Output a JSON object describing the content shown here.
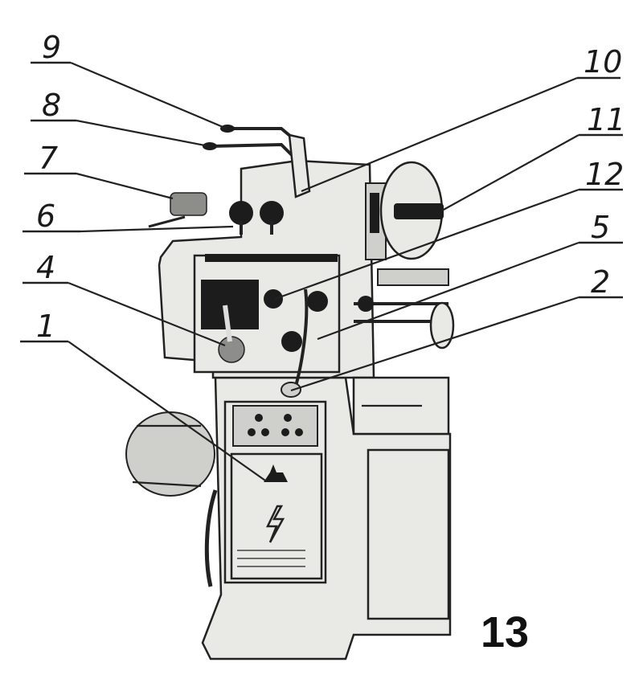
{
  "callouts": [
    {
      "id": "9",
      "label": "9"
    },
    {
      "id": "8",
      "label": "8"
    },
    {
      "id": "7",
      "label": "7"
    },
    {
      "id": "6",
      "label": "6"
    },
    {
      "id": "4",
      "label": "4"
    },
    {
      "id": "1",
      "label": "1"
    },
    {
      "id": "10",
      "label": "10"
    },
    {
      "id": "11",
      "label": "11"
    },
    {
      "id": "12",
      "label": "12"
    },
    {
      "id": "5",
      "label": "5"
    },
    {
      "id": "2",
      "label": "2"
    }
  ],
  "figure_number": "13",
  "colors": {
    "ink": "#1a1a1a",
    "machine": "#e9e9e6",
    "shade": "#cfcfcb"
  }
}
